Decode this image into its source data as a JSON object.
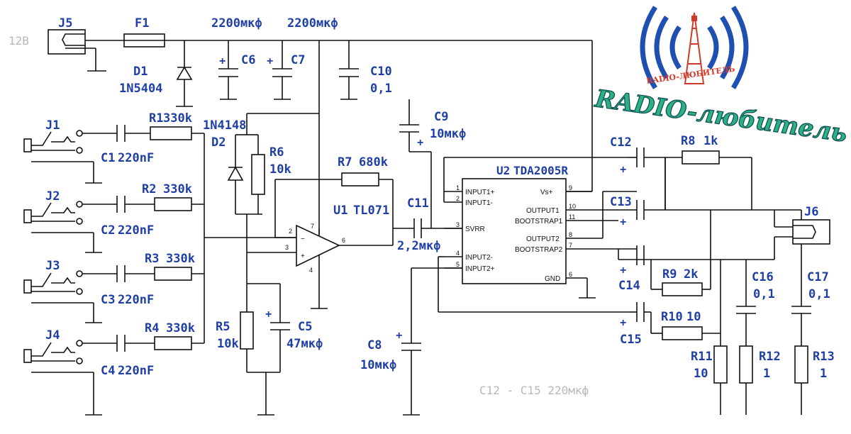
{
  "supply_label": "12В",
  "caps_top": [
    "2200мкф",
    "2200мкф"
  ],
  "connectors": {
    "J1": "J1",
    "J2": "J2",
    "J3": "J3",
    "J4": "J4",
    "J5": "J5",
    "J6": "J6"
  },
  "fuse": "F1",
  "diodes": {
    "D1": "D1",
    "D1_type": "1N5404",
    "D2": "D2",
    "D2_type": "1N4148"
  },
  "resistors": {
    "R1": "R1",
    "R1v": "330k",
    "R2": "R2",
    "R2v": "330k",
    "R3": "R3",
    "R3v": "330k",
    "R4": "R4",
    "R4v": "330k",
    "R5": "R5",
    "R5v": "10k",
    "R6": "R6",
    "R6v": "10k",
    "R7": "R7",
    "R7v": "680k",
    "R8": "R8",
    "R8v": "1k",
    "R9": "R9",
    "R9v": "2k",
    "R10": "R10",
    "R10v": "10",
    "R11": "R11",
    "R11v": "10",
    "R12": "R12",
    "R12v": "1",
    "R13": "R13",
    "R13v": "1"
  },
  "capacitors": {
    "C1": "C1",
    "C1v": "220nF",
    "C2": "C2",
    "C2v": "220nF",
    "C3": "C3",
    "C3v": "220nF",
    "C4": "C4",
    "C4v": "220nF",
    "C5": "C5",
    "C5v": "47мкф",
    "C6": "C6",
    "C7": "C7",
    "C8": "C8",
    "C8v": "10мкф",
    "C9": "C9",
    "C9v": "10мкф",
    "C10": "C10",
    "C10v": "0,1",
    "C11": "C11",
    "C11v": "2,2мкф",
    "C12": "C12",
    "C13": "C13",
    "C14": "C14",
    "C15": "C15",
    "C16": "C16",
    "C16v": "0,1",
    "C17": "C17",
    "C17v": "0,1"
  },
  "u1": {
    "ref": "U1",
    "type": "TL071",
    "pins": [
      "2",
      "3",
      "7",
      "4",
      "6"
    ]
  },
  "u2": {
    "ref": "U2",
    "type": "TDA2005R",
    "left_pins": [
      {
        "num": "1",
        "name": "INPUT1+"
      },
      {
        "num": "2",
        "name": "INPUT1-"
      },
      {
        "num": "3",
        "name": "SVRR"
      },
      {
        "num": "4",
        "name": "INPUT2-"
      },
      {
        "num": "5",
        "name": "INPUT2+"
      }
    ],
    "right_pins": [
      {
        "num": "9",
        "name": "Vs+"
      },
      {
        "num": "10",
        "name": "OUTPUT1"
      },
      {
        "num": "11",
        "name": "BOOTSTRAP1"
      },
      {
        "num": "8",
        "name": "OUTPUT2"
      },
      {
        "num": "7",
        "name": "BOOTSTRAP2"
      },
      {
        "num": "6",
        "name": "GND"
      }
    ]
  },
  "note": "C12 - C15 220мкф",
  "logo": {
    "main": "RADIO-любитель",
    "small": "RADIO-ЛЮБИТЕЛЬ"
  }
}
